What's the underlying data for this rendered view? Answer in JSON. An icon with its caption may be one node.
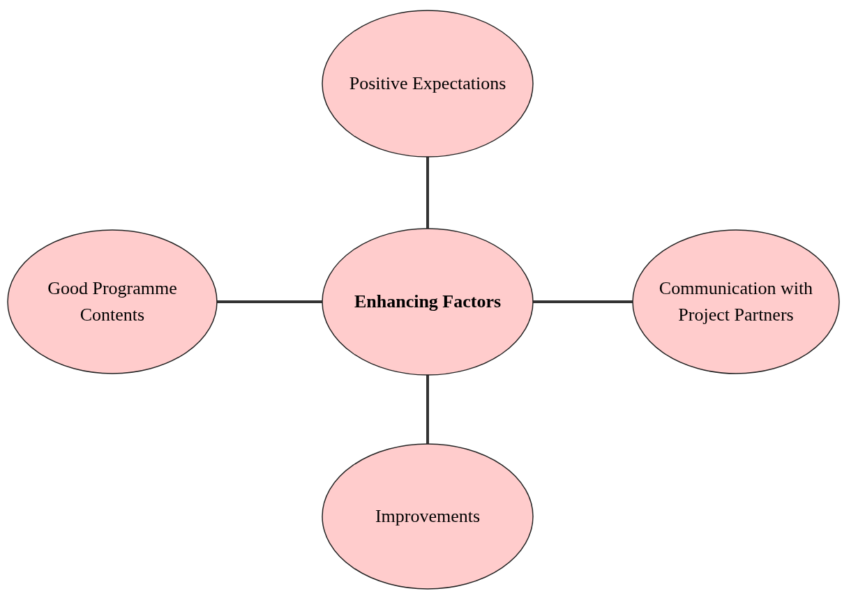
{
  "diagram": {
    "nodes": [
      {
        "text": [
          "Enhancing Factors"
        ]
      },
      {
        "text": [
          "Positive Expectations"
        ]
      },
      {
        "text": [
          "Good Programme Contents"
        ]
      },
      {
        "text": [
          "Communication with Project Partners"
        ]
      },
      {
        "text": [
          "Improvements"
        ]
      }
    ],
    "edges": [
      {
        "from": 0,
        "to": 1,
        "arrow": "none"
      },
      {
        "from": 0,
        "to": 2,
        "arrow": "none"
      },
      {
        "from": 0,
        "to": 3,
        "arrow": "none"
      },
      {
        "from": 0,
        "to": 4,
        "arrow": "none"
      }
    ]
  }
}
